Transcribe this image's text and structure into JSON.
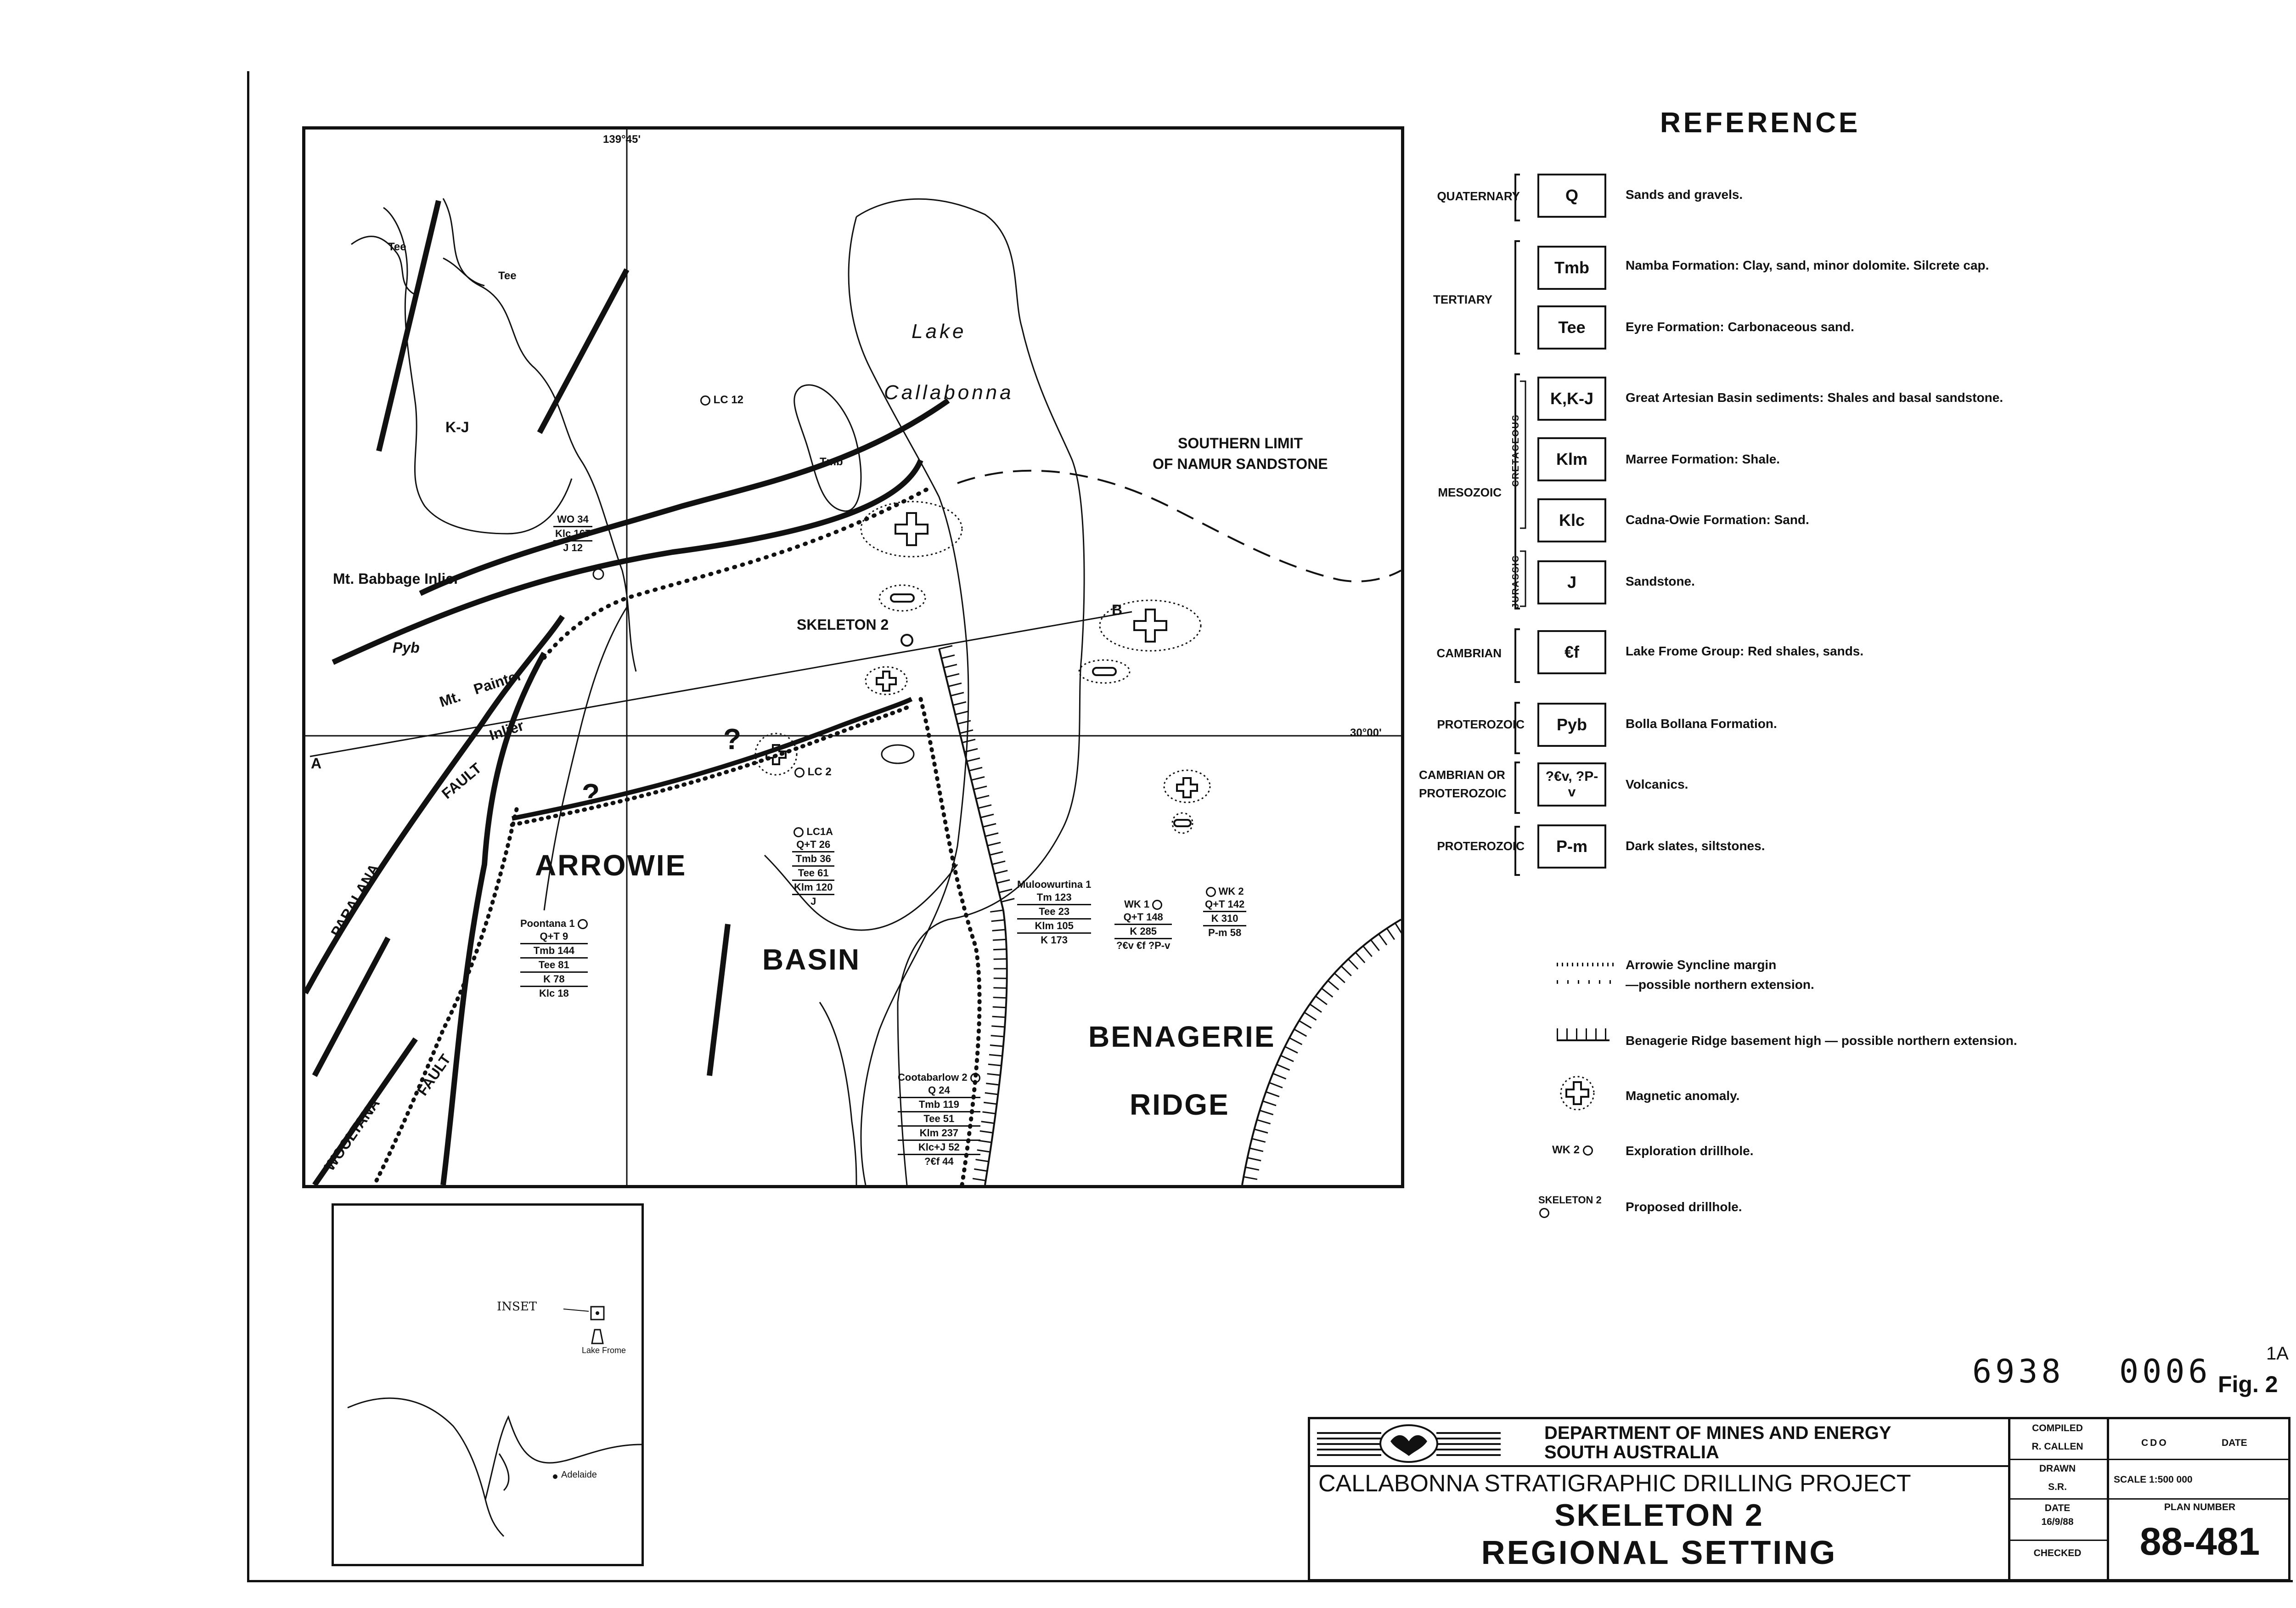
{
  "map": {
    "longitude_label": "139°45'",
    "latitude_label": "30°00'",
    "section_start": "A",
    "section_end": "B",
    "lake_label_1": "Lake",
    "lake_label_2": "Callabonna",
    "southern_limit_1": "SOUTHERN LIMIT",
    "southern_limit_2": "OF NAMUR SANDSTONE",
    "unit_tee_1": "Tee",
    "unit_tee_2": "Tee",
    "unit_kj": "K-J",
    "unit_tmb": "Tmb",
    "unit_pyb": "Pyb",
    "babbage": "Mt. Babbage Inlier",
    "painter_1": "Mt.",
    "painter_2": "Painter",
    "painter_3": "Inlier",
    "paralana_1": "PARALANA",
    "paralana_2": "FAULT",
    "wooltana_1": "WOOLTANA",
    "wooltana_2": "FAULT",
    "arrowie": "ARROWIE",
    "basin": "BASIN",
    "benagerie": "BENAGERIE",
    "ridge": "RIDGE",
    "question_mark": "?",
    "skeleton2": "SKELETON 2",
    "lc12": "LC 12",
    "lc2": "LC 2"
  },
  "wells": {
    "wo34": {
      "rows": [
        "WO 34",
        "Klc 167",
        "J 12"
      ]
    },
    "lc1a": {
      "name": "LC1A",
      "rows": [
        "Q+T 26",
        "Tmb 36",
        "Tee 61",
        "Klm 120",
        "J"
      ]
    },
    "poontana": {
      "name": "Poontana 1",
      "rows": [
        "Q+T 9",
        "Tmb 144",
        "Tee 81",
        "K 78",
        "Klc 18"
      ]
    },
    "mulo": {
      "name": "Muloowurtina 1",
      "rows": [
        "Tm 123",
        "Tee 23",
        "Klm 105",
        "K 173"
      ]
    },
    "wk1": {
      "name": "WK 1",
      "rows": [
        "Q+T 148",
        "K 285",
        "?€v €f ?P-v"
      ]
    },
    "wk2": {
      "name": "WK 2",
      "rows": [
        "Q+T 142",
        "K 310",
        "P-m 58"
      ]
    },
    "coota": {
      "name": "Cootabarlow 2",
      "rows": [
        "Q 24",
        "Tmb 119",
        "Tee 51",
        "Klm 237",
        "Klc+J 52",
        "?€f 44"
      ]
    }
  },
  "inset": {
    "inset_label": "INSET",
    "lake_label": "Lake Frome",
    "adelaide": "Adelaide"
  },
  "legend": {
    "title": "REFERENCE",
    "eras": {
      "quaternary": "QUATERNARY",
      "tertiary": "TERTIARY",
      "mesozoic": "MESOZOIC",
      "cretaceous": "CRETACEOUS",
      "jurassic": "JURASSIC",
      "cambrian": "CAMBRIAN",
      "proterozoic_1": "PROTEROZOIC",
      "cambrian_or": "CAMBRIAN OR",
      "proterozoic_2": "PROTEROZOIC",
      "proterozoic_3": "PROTEROZOIC"
    },
    "units": [
      {
        "code": "Q",
        "desc": "Sands and gravels."
      },
      {
        "code": "Tmb",
        "desc": "Namba Formation: Clay, sand, minor dolomite. Silcrete cap."
      },
      {
        "code": "Tee",
        "desc": "Eyre Formation: Carbonaceous sand."
      },
      {
        "code": "K,K-J",
        "desc": "Great Artesian Basin sediments: Shales and basal sandstone."
      },
      {
        "code": "Klm",
        "desc": "Marree Formation: Shale."
      },
      {
        "code": "Klc",
        "desc": "Cadna-Owie Formation: Sand."
      },
      {
        "code": "J",
        "desc": "Sandstone."
      },
      {
        "code": "€f",
        "desc": "Lake Frome Group: Red shales, sands."
      },
      {
        "code": "Pyb",
        "desc": "Bolla Bollana Formation."
      },
      {
        "code": "?€v, ?P-v",
        "desc": "Volcanics."
      },
      {
        "code": "P-m",
        "desc": "Dark slates, siltstones."
      }
    ],
    "symbols": {
      "syncline": "Arrowie Syncline margin",
      "syncline_ext": "—possible northern extension.",
      "ridge": "Benagerie Ridge basement high — possible northern extension.",
      "magnetic": "Magnetic anomaly.",
      "drillhole_tag": "WK 2",
      "drillhole": "Exploration drillhole.",
      "proposed_tag": "SKELETON 2",
      "proposed": "Proposed drillhole."
    }
  },
  "sheet": {
    "number_1": "6938",
    "number_2": "0006",
    "rev": "1A",
    "fig": "Fig. 2"
  },
  "title_block": {
    "dept_1": "DEPARTMENT OF MINES AND ENERGY",
    "dept_2": "SOUTH AUSTRALIA",
    "project": "CALLABONNA STRATIGRAPHIC DRILLING PROJECT",
    "title_1": "SKELETON 2",
    "title_2": "REGIONAL SETTING",
    "compiled_lbl": "COMPILED",
    "compiled_val": "R. CALLEN",
    "drawn_lbl": "DRAWN",
    "drawn_val": "S.R.",
    "date_lbl": "DATE",
    "date_val": "16/9/88",
    "checked_lbl": "CHECKED",
    "cdo": "CDO",
    "date_col": "DATE",
    "scale": "SCALE 1:500 000",
    "plan_lbl": "PLAN NUMBER",
    "plan_no": "88-481"
  }
}
